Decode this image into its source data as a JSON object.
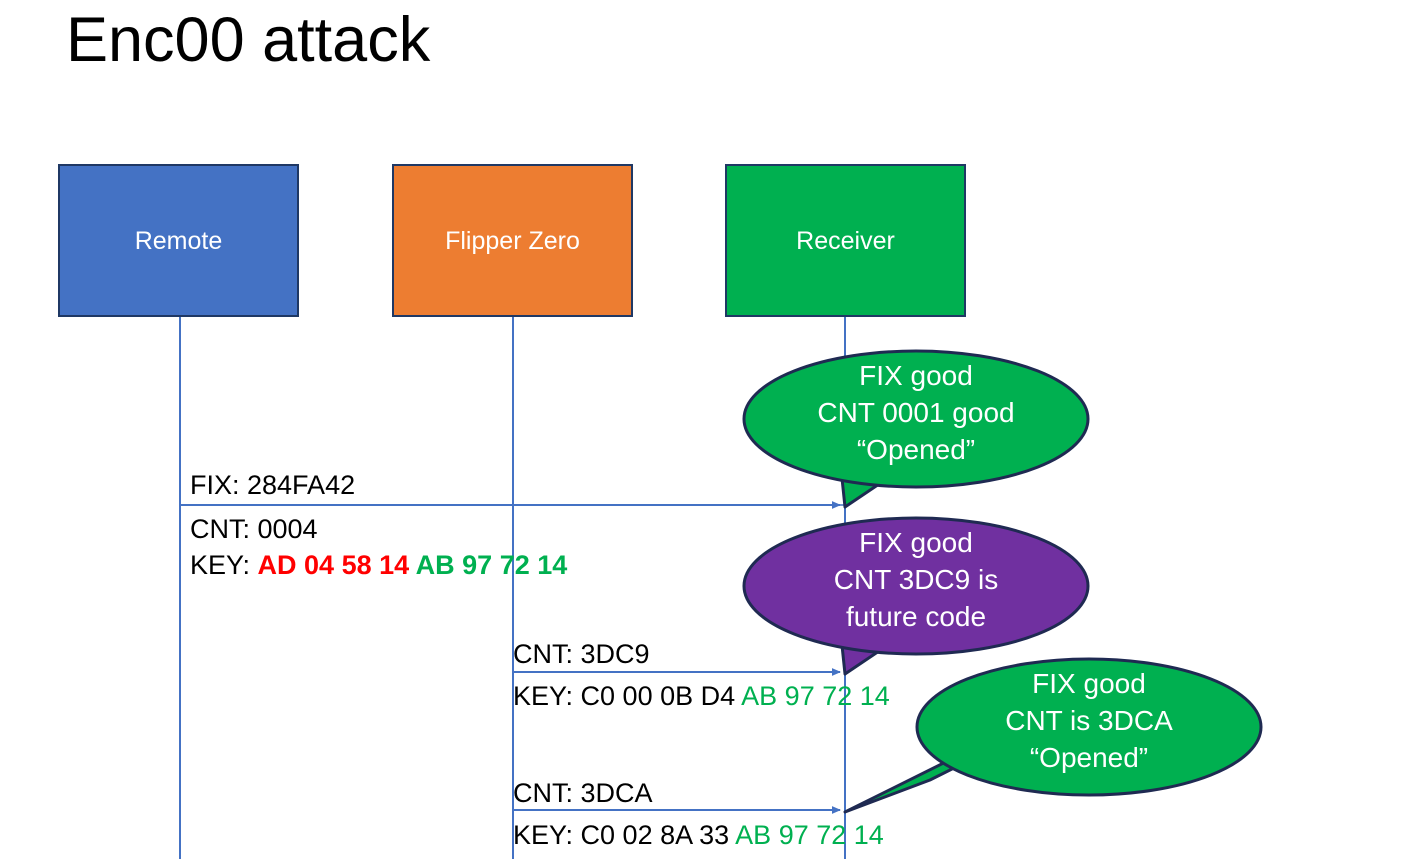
{
  "slide": {
    "title": "Enc00 attack",
    "background": "#ffffff"
  },
  "colors": {
    "remote_fill": "#4472C4",
    "flipper_fill": "#ED7D31",
    "receiver_fill": "#00B050",
    "box_border": "#1F3864",
    "callout_green": "#00B050",
    "callout_purple": "#7030A0",
    "callout_border": "#1F2A52",
    "lifeline": "#4472C4",
    "key_red": "#FF0000",
    "key_green": "#00B050",
    "text_black": "#000000",
    "text_white": "#FFFFFF"
  },
  "actors": [
    {
      "id": "remote",
      "label": "Remote"
    },
    {
      "id": "flipper",
      "label": "Flipper Zero"
    },
    {
      "id": "receiver",
      "label": "Receiver"
    }
  ],
  "messages": [
    {
      "id": "msg-1",
      "from": "remote",
      "to": "receiver",
      "line1": "FIX: 284FA42",
      "line2": "CNT: 0004",
      "line3_prefix": "KEY: ",
      "line3_red": "AD 04 58 14 ",
      "line3_green": "AB 97 72 14"
    },
    {
      "id": "msg-2",
      "from": "flipper",
      "to": "receiver",
      "line1": "CNT: 3DC9",
      "line2_prefix": "KEY: C0 00 0B D4 ",
      "line2_green": "AB 97 72 14"
    },
    {
      "id": "msg-3",
      "from": "flipper",
      "to": "receiver",
      "line1": "CNT: 3DCA",
      "line2_prefix": "KEY: C0 02 8A 33 ",
      "line2_green": "AB 97 72 14"
    }
  ],
  "callouts": [
    {
      "id": "callout-1",
      "color": "green",
      "line1": "FIX good",
      "line2": "CNT 0001 good",
      "line3": "“Opened”"
    },
    {
      "id": "callout-2",
      "color": "purple",
      "line1": "FIX good",
      "line2": "CNT 3DC9 is",
      "line3": "future code"
    },
    {
      "id": "callout-3",
      "color": "green",
      "line1": "FIX good",
      "line2": "CNT is 3DCA",
      "line3": "“Opened”"
    }
  ]
}
